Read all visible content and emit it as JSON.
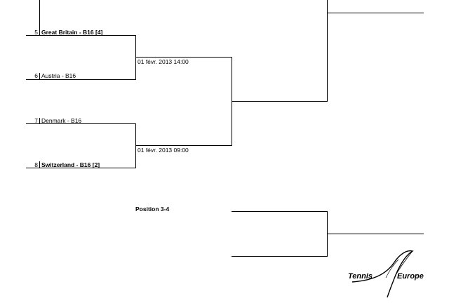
{
  "players": [
    {
      "seed": "5",
      "name": "Great Britain - B16 [4]",
      "bold": true
    },
    {
      "seed": "6",
      "name": "Austria - B16",
      "bold": false
    },
    {
      "seed": "7",
      "name": "Denmark - B16",
      "bold": false
    },
    {
      "seed": "8",
      "name": "Switzerland - B16 [2]",
      "bold": true
    }
  ],
  "matches": [
    {
      "schedule": "01 févr. 2013 14:00"
    },
    {
      "schedule": "01 févr. 2013 09:00"
    }
  ],
  "position_label": "Position 3-4",
  "logo": {
    "word1": "Tennis",
    "word2": "Europe"
  }
}
